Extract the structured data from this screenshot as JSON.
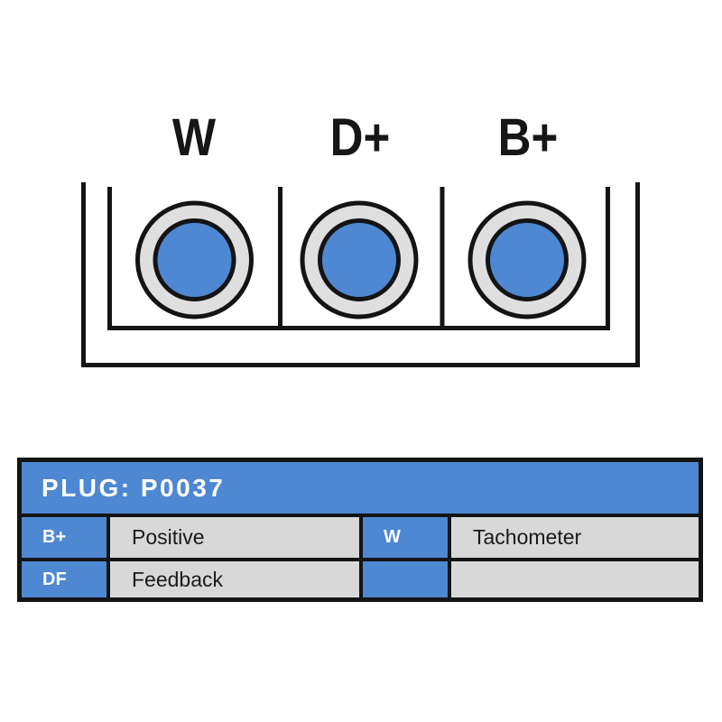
{
  "diagram": {
    "pins": [
      {
        "label": "W"
      },
      {
        "label": "D+"
      },
      {
        "label": "B+"
      }
    ]
  },
  "plug_table": {
    "title": "PLUG: P0037",
    "rows": [
      {
        "pin1": "B+",
        "desc1": "Positive",
        "pin2": "W",
        "desc2": "Tachometer"
      },
      {
        "pin1": "DF",
        "desc1": "Feedback",
        "pin2": "",
        "desc2": ""
      }
    ]
  },
  "colors": {
    "accent_blue": "#4E87D2",
    "cell_gray": "#D8D8D8",
    "ring_gray": "#DFDFDF",
    "line_black": "#141414",
    "text_white": "#FFFFFF"
  }
}
